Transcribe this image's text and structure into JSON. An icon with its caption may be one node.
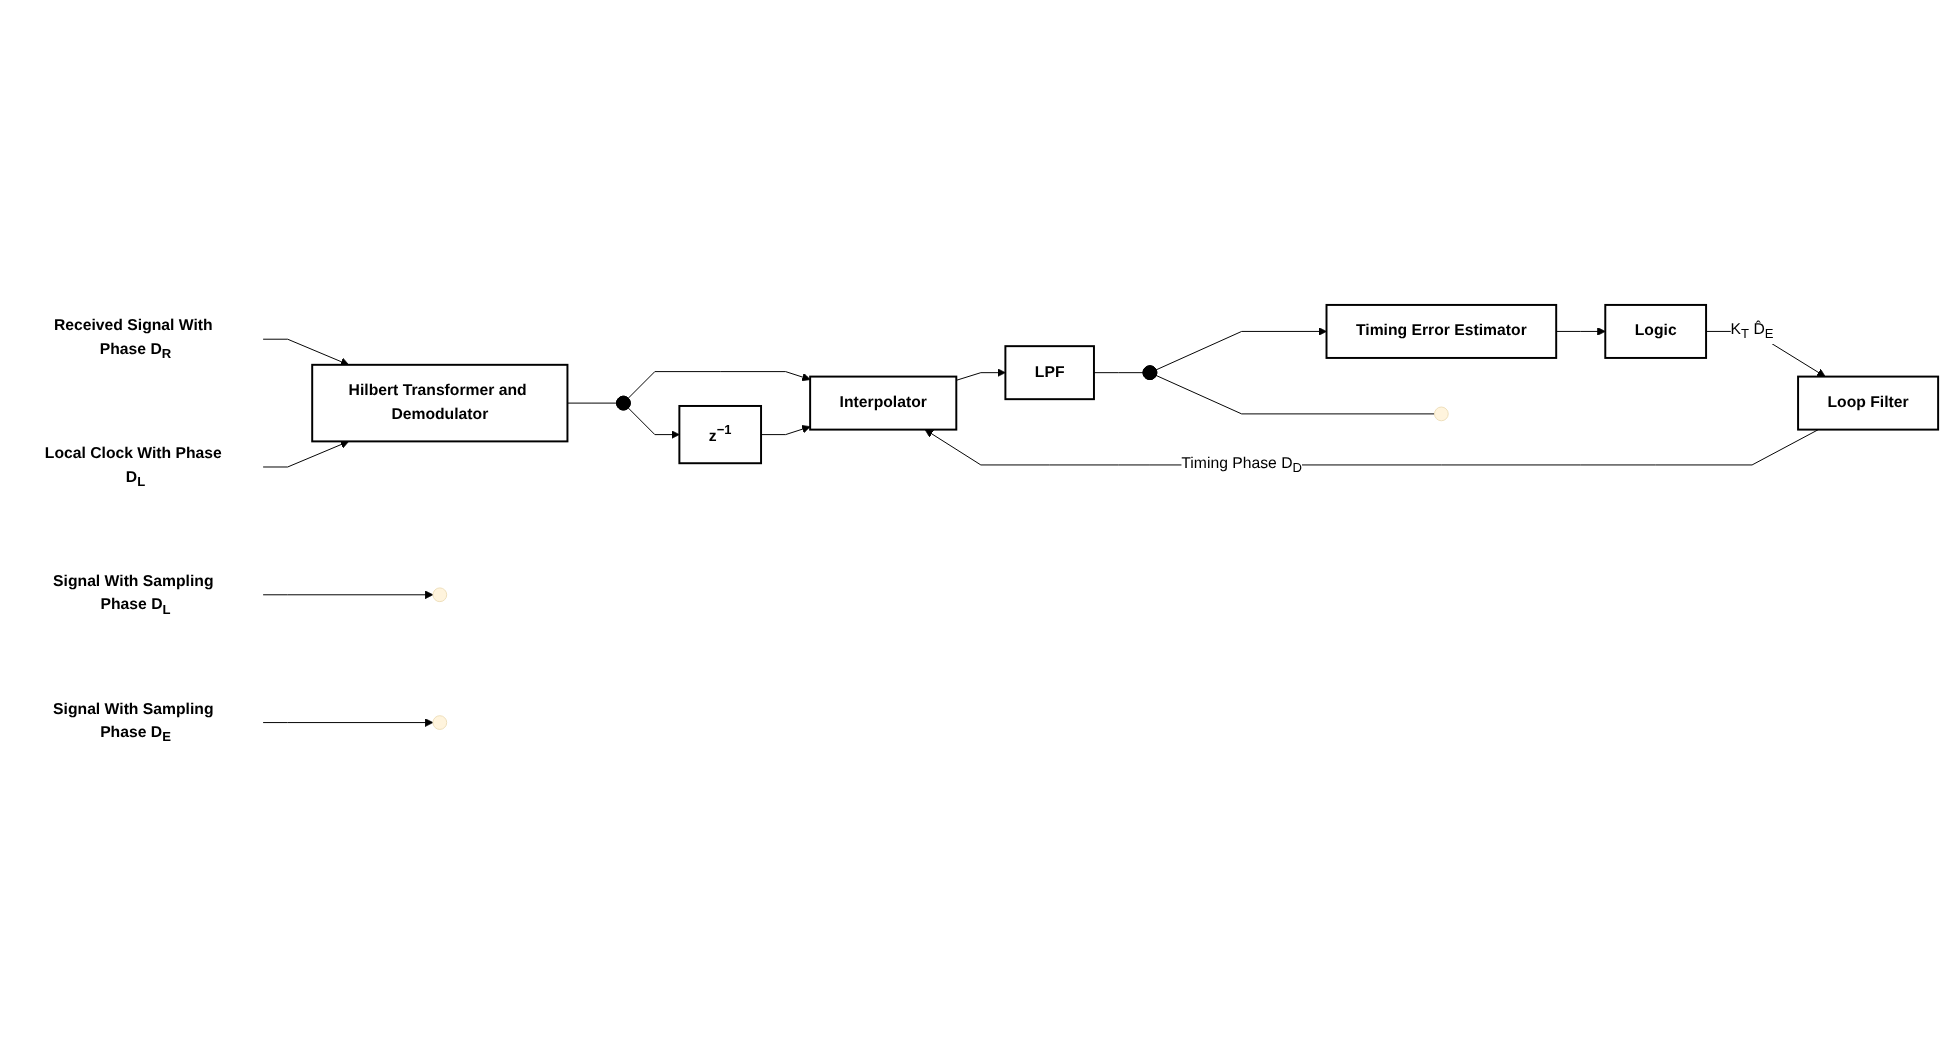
{
  "diagram": {
    "nodes": [
      {
        "text": [
          "Received Signal With Phase D$_{R}$"
        ]
      },
      {
        "text": [
          "Hilbert Transformer and Demodulator"
        ]
      },
      {
        "text": [],
        "shape": "circle"
      },
      {
        "text": [
          "Interpolator"
        ]
      },
      {
        "text": [
          "z$^{−1}$"
        ]
      },
      {
        "text": [
          "LPF"
        ]
      },
      {
        "text": [],
        "shape": "circle"
      },
      {
        "text": [
          "Timing Error Estimator"
        ]
      },
      {
        "text": [
          "Logic"
        ]
      },
      {
        "text": [
          "Loop Filter"
        ]
      },
      {
        "text": [
          "Local Clock With Phase D$_{L}$"
        ]
      },
      {
        "text": [
          "Signal With Sampling Phase D$_{L}$"
        ]
      },
      {
        "text": [
          "Signal With Sampling Phase D$_{E}$"
        ]
      }
    ],
    "edges": [
      {
        "from": 0,
        "to": 1,
        "arrow": "to"
      },
      {
        "from": 1,
        "to": 2,
        "arrow": "none"
      },
      {
        "from": 2,
        "to": 3,
        "arrow": "to"
      },
      {
        "from": 2,
        "to": 4,
        "arrow": "to"
      },
      {
        "from": 4,
        "to": 3,
        "arrow": "to"
      },
      {
        "from": 3,
        "to": 5,
        "arrow": "to"
      },
      {
        "from": 5,
        "to": 6,
        "arrow": "none"
      },
      {
        "from": 6,
        "to": null,
        "arrow": "none"
      },
      {
        "from": 6,
        "to": 7,
        "arrow": "to"
      },
      {
        "from": 7,
        "to": 8,
        "arrow": "to"
      },
      {
        "from": 8,
        "to": 9,
        "arrow": "to",
        "label": "K$_{T}$ D̂$_{E}$"
      },
      {
        "from": 9,
        "to": 3,
        "arrow": "to",
        "label": "Timing Phase D$_{D}$"
      },
      {
        "from": 10,
        "to": 1,
        "arrow": "to"
      },
      {
        "from": 11,
        "to": null,
        "arrow": "to"
      },
      {
        "from": 12,
        "to": null,
        "arrow": "to"
      }
    ]
  }
}
